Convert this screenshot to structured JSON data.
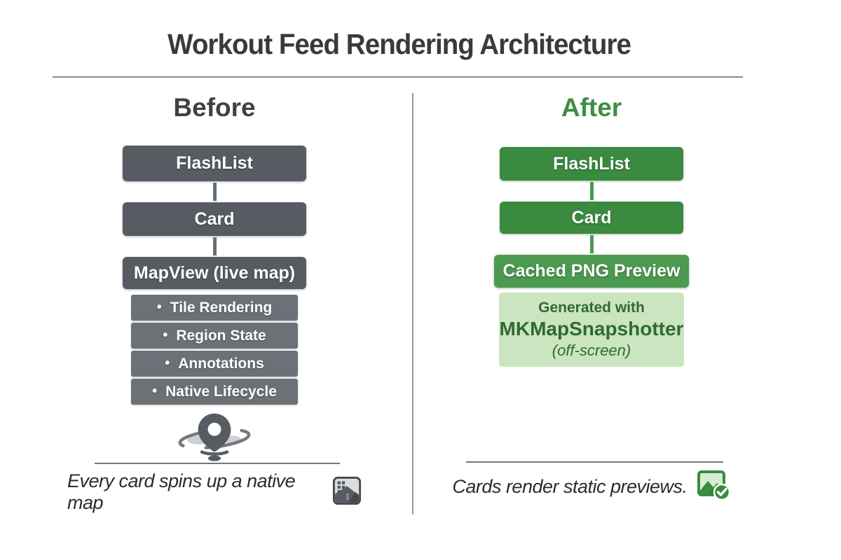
{
  "title": "Workout Feed Rendering Architecture",
  "bullet_char": "•",
  "before": {
    "heading": "Before",
    "boxes": [
      "FlashList",
      "Card",
      "MapView (live map)"
    ],
    "bullets": [
      "Tile Rendering",
      "Region State",
      "Annotations",
      "Native Lifecycle"
    ],
    "caption": "Every card spins up a native map",
    "icon": "map-pin-spinner-icon",
    "caption_icon": "native-map-tile-icon"
  },
  "after": {
    "heading": "After",
    "boxes": [
      "FlashList",
      "Card",
      "Cached PNG Preview"
    ],
    "note": {
      "line1": "Generated with",
      "line2": "MKMapSnapshotter",
      "line3": "(off-screen)"
    },
    "caption": "Cards render static previews.",
    "caption_icon": "static-preview-check-icon"
  },
  "colors": {
    "gray_box": "#575c63",
    "gray_item_box": "#6c7177",
    "green_box": "#3a8b3f",
    "green_box_light": "#4b9a4f",
    "note_bg": "#cbe5c0",
    "note_text": "#2e6b30",
    "heading_before": "#3f4245",
    "heading_after": "#3f8e43",
    "title_text": "#3a3a3c"
  }
}
